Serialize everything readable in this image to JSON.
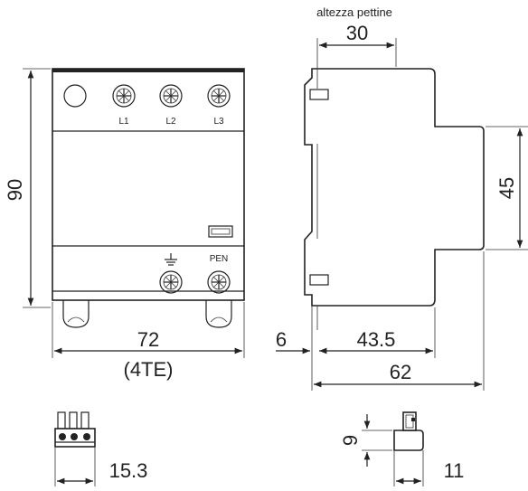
{
  "top_note": "altezza pettine",
  "dimensions": {
    "comb_height": "30",
    "height": "90",
    "width": "72",
    "width_units": "(4TE)",
    "right_height": "45",
    "rail_offset": "6",
    "depth_front": "43.5",
    "depth_total": "62",
    "connector_width": "15.3",
    "clip_height": "9",
    "clip_width": "11"
  },
  "terminals": {
    "l1": "L1",
    "l2": "L2",
    "l3": "L3",
    "pen": "PEN"
  }
}
